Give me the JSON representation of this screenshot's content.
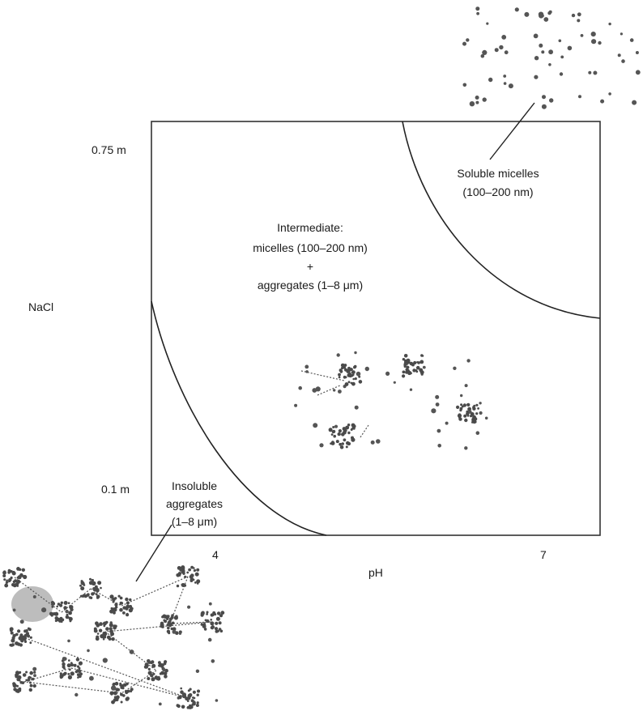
{
  "axes": {
    "y_title": "NaCl",
    "y_ticks": [
      "0.75 m",
      "0.1 m"
    ],
    "x_title": "pH",
    "x_ticks": [
      "4",
      "7"
    ]
  },
  "regions": {
    "intermediate": {
      "lines": [
        "Intermediate:",
        "micelles (100–200 nm)",
        "+",
        "aggregates (1–8 μm)"
      ]
    },
    "soluble": {
      "lines": [
        "Soluble micelles",
        "(100–200 nm)"
      ]
    },
    "insoluble": {
      "lines": [
        "Insoluble",
        "aggregates",
        "(1–8 μm)"
      ]
    }
  },
  "colors": {
    "line": "#222222",
    "particle": "#555555",
    "aggregate_fill": "#bdbdbd"
  }
}
